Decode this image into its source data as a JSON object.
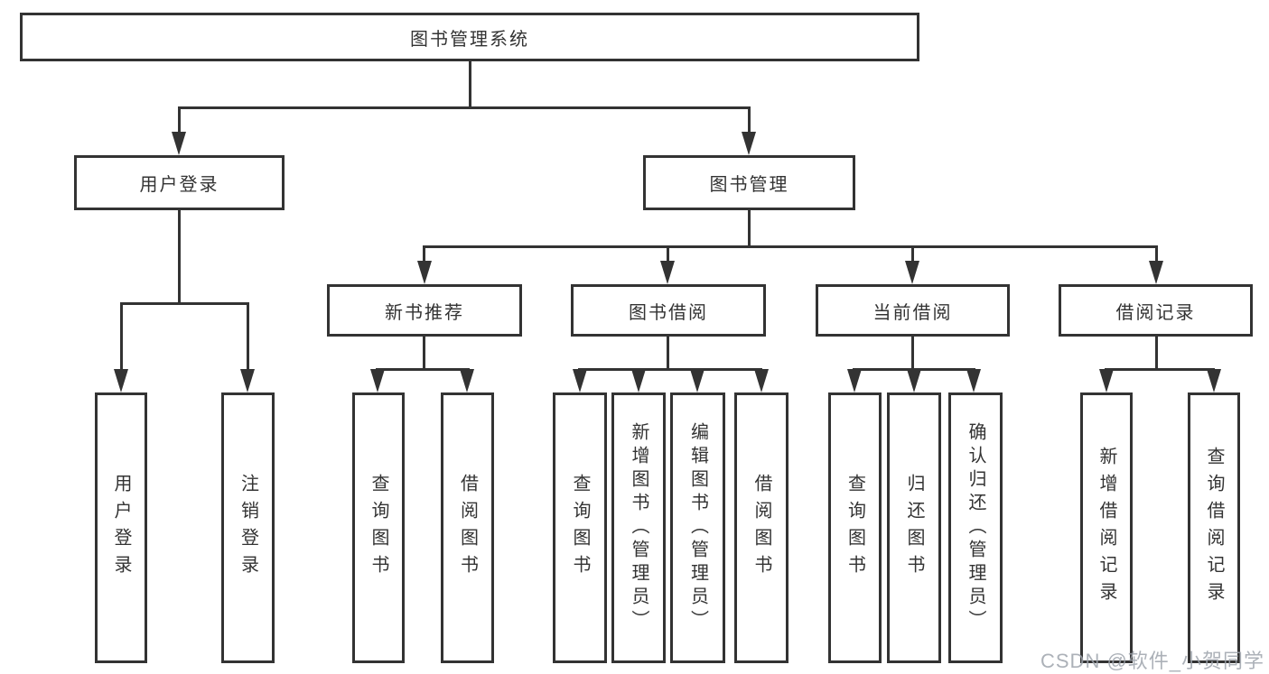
{
  "tree": {
    "root": {
      "label": "图书管理系统"
    },
    "branches": [
      {
        "label": "用户登录",
        "children": [
          "用户登录",
          "注销登录"
        ]
      },
      {
        "label": "图书管理",
        "children": [
          {
            "label": "新书推荐",
            "children": [
              "查询图书",
              "借阅图书"
            ]
          },
          {
            "label": "图书借阅",
            "children": [
              "查询图书",
              "新增图书（管理员）",
              "编辑图书（管理员）",
              "借阅图书"
            ]
          },
          {
            "label": "当前借阅",
            "children": [
              "查询图书",
              "归还图书",
              "确认归还（管理员）"
            ]
          },
          {
            "label": "借阅记录",
            "children": [
              "新增借阅记录",
              "查询借阅记录"
            ]
          }
        ]
      }
    ]
  },
  "watermark": {
    "text": "CSDN @软件_小贺同学"
  },
  "colors": {
    "line": "#333333",
    "text": "#333333",
    "background": "#ffffff",
    "watermark": "#9ea3ac"
  }
}
